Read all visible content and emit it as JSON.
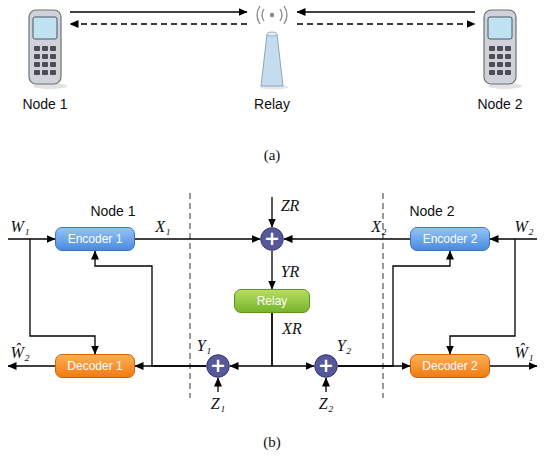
{
  "diagram": {
    "nodes": [
      {
        "text": [
          "Node 1"
        ]
      },
      {
        "text": [
          "Relay"
        ]
      },
      {
        "text": [
          "Node 2"
        ]
      },
      {
        "text": [
          "Encoder 1"
        ]
      },
      {
        "text": [
          "+"
        ]
      },
      {
        "text": [
          "Encoder 2"
        ]
      },
      {
        "text": [
          "Relay"
        ]
      },
      {
        "text": [
          "Decoder 1"
        ]
      },
      {
        "text": [
          "+"
        ]
      },
      {
        "text": [
          "+"
        ]
      },
      {
        "text": [
          "Decoder 2"
        ]
      }
    ],
    "edges": [
      {
        "from": 0,
        "to": 1,
        "arrow": "to"
      },
      {
        "from": 1,
        "to": 0,
        "arrow": "to"
      },
      {
        "from": 2,
        "to": 1,
        "arrow": "to"
      },
      {
        "from": 1,
        "to": 2,
        "arrow": "to"
      },
      {
        "from": 3,
        "to": 4,
        "arrow": "to"
      },
      {
        "from": 5,
        "to": 4,
        "arrow": "to"
      },
      {
        "from": 4,
        "to": 6,
        "arrow": "to"
      },
      {
        "from": 6,
        "to": 8,
        "arrow": "to"
      },
      {
        "from": 6,
        "to": 9,
        "arrow": "to"
      },
      {
        "from": 8,
        "to": 7,
        "arrow": "to"
      },
      {
        "from": 8,
        "to": 3,
        "arrow": "to"
      },
      {
        "from": 9,
        "to": 10,
        "arrow": "to"
      },
      {
        "from": 9,
        "to": 5,
        "arrow": "to"
      }
    ],
    "labels": [
      "(a)",
      "Node 1",
      "Node 2",
      "W₁",
      "X₁",
      "ZR",
      "X₂",
      "W₂",
      "YR",
      "XR",
      "Ŵ₂",
      "Y₁",
      "Y₂",
      "Ŵ₁",
      "Z₁",
      "Z₂",
      "(b)"
    ]
  }
}
